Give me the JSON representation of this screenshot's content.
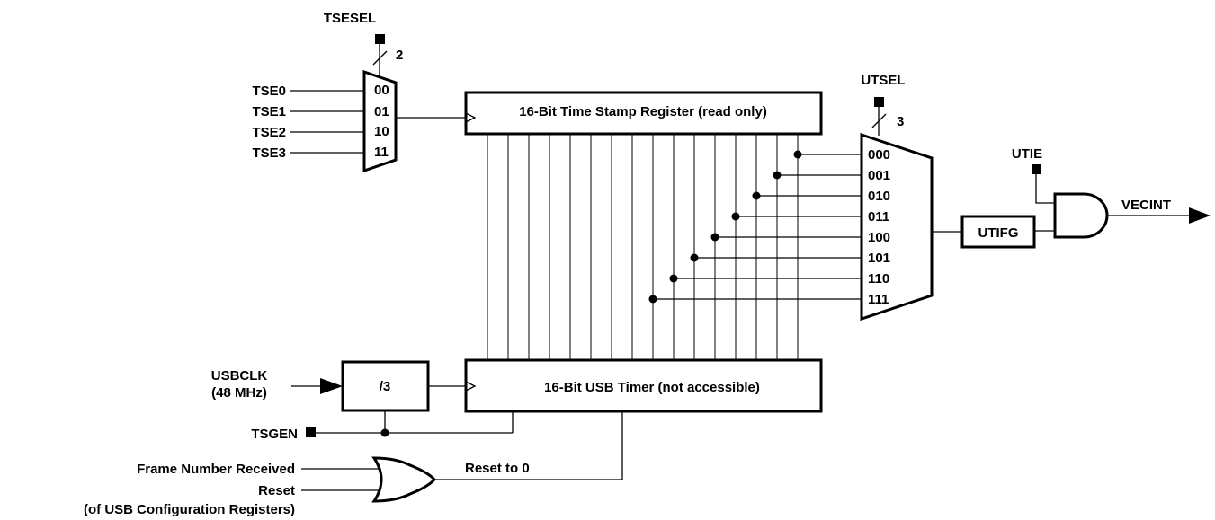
{
  "tsesel": {
    "label": "TSESEL",
    "width": "2"
  },
  "ts_mux": {
    "inputs": [
      "TSE0",
      "TSE1",
      "TSE2",
      "TSE3"
    ],
    "codes": [
      "00",
      "01",
      "10",
      "11"
    ]
  },
  "timestamp_register": "16-Bit Time Stamp Register (read only)",
  "utsel": {
    "label": "UTSEL",
    "width": "3"
  },
  "ut_mux_codes": [
    "000",
    "001",
    "010",
    "011",
    "100",
    "101",
    "110",
    "111"
  ],
  "utifg": "UTIFG",
  "utie": "UTIE",
  "vecint": "VECINT",
  "usbclk": {
    "line1": "USBCLK",
    "line2": "(48 MHz)"
  },
  "divider": "/3",
  "usb_timer": "16-Bit USB Timer (not accessible)",
  "tsgen": "TSGEN",
  "or_inputs": {
    "frame": "Frame Number Received",
    "reset": "Reset",
    "reset_note": "(of USB Configuration Registers)"
  },
  "reset_label": "Reset to 0"
}
